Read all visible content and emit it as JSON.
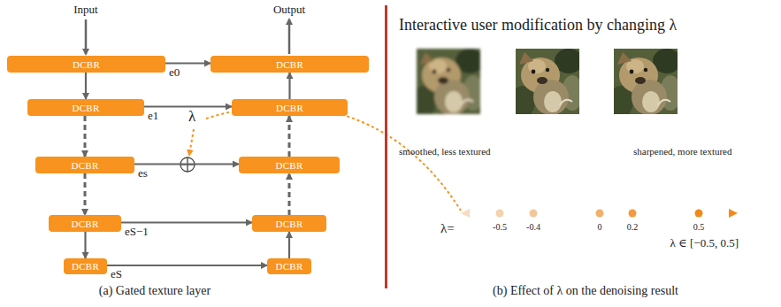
{
  "diagram": {
    "nodes": [
      {
        "text": [
          "DCBR"
        ]
      },
      {
        "text": [
          "DCBR"
        ]
      },
      {
        "text": [
          "DCBR"
        ]
      },
      {
        "text": [
          "DCBR"
        ]
      },
      {
        "text": [
          "DCBR"
        ]
      },
      {
        "text": [
          "DCBR"
        ]
      },
      {
        "text": [
          "DCBR"
        ]
      },
      {
        "text": [
          "DCBR"
        ]
      },
      {
        "text": [
          "DCBR"
        ]
      },
      {
        "text": [
          "DCBR"
        ]
      }
    ],
    "edges": [
      {
        "from": 0,
        "to": 1,
        "arrow": "to"
      },
      {
        "from": 1,
        "to": 2,
        "arrow": "to"
      },
      {
        "from": 2,
        "to": 3,
        "arrow": "to"
      },
      {
        "from": 3,
        "to": 4,
        "arrow": "to"
      },
      {
        "from": 9,
        "to": 8,
        "arrow": "to"
      },
      {
        "from": 8,
        "to": 7,
        "arrow": "to"
      },
      {
        "from": 7,
        "to": 6,
        "arrow": "to"
      },
      {
        "from": 6,
        "to": 5,
        "arrow": "to"
      },
      {
        "from": 0,
        "to": 5,
        "label": "e0",
        "arrow": "to"
      },
      {
        "from": 1,
        "to": 6,
        "label": "e1",
        "arrow": "to"
      },
      {
        "from": 2,
        "to": 7,
        "label": "es",
        "arrow": "to"
      },
      {
        "from": 3,
        "to": 8,
        "label": "eS−1",
        "arrow": "to"
      },
      {
        "from": 4,
        "to": 9,
        "label": "eS",
        "arrow": "to"
      }
    ],
    "labels": [
      "Input",
      "Output",
      "λ",
      "(a) Gated texture layer",
      "Interactive user modification by changing λ",
      "smoothed, less textured",
      "sharpened, more textured",
      "λ=",
      "-0.5",
      "-0.4",
      "0",
      "0.2",
      "0.5",
      "λ ∈ [−0.5, 0.5]",
      "(b) Effect of λ on the denoising result"
    ]
  }
}
